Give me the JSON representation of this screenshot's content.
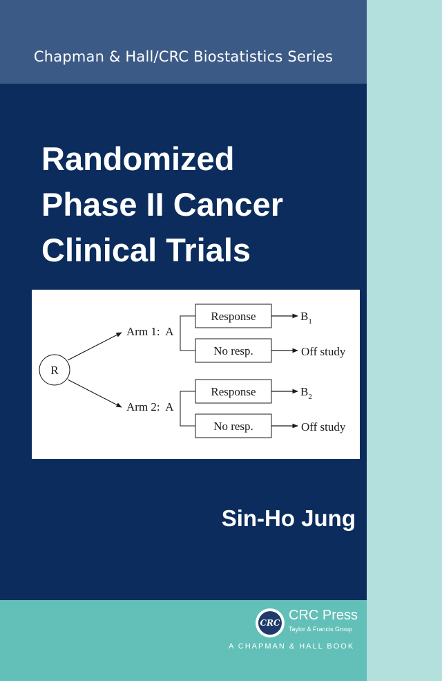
{
  "series": "Chapman & Hall/CRC Biostatistics Series",
  "title_lines": [
    "Randomized",
    "Phase II Cancer",
    "Clinical Trials"
  ],
  "diagram": {
    "start": "R",
    "arm1": "Arm 1:  A",
    "arm2": "Arm 2:  A",
    "response": "Response",
    "no_response": "No resp.",
    "outcome_b1": "B",
    "outcome_b1_sub": "1",
    "outcome_b2": "B",
    "outcome_b2_sub": "2",
    "off_study": "Off study"
  },
  "author": "Sin-Ho Jung",
  "publisher": {
    "logo_text": "CRC",
    "name": "CRC Press",
    "group": "Taylor & Francis Group",
    "imprint": "A CHAPMAN & HALL BOOK"
  },
  "colors": {
    "navy": "#0b2c5c",
    "slate_blue": "#3c5a86",
    "teal": "#62c0b8",
    "light_teal": "#b3dfdc"
  }
}
